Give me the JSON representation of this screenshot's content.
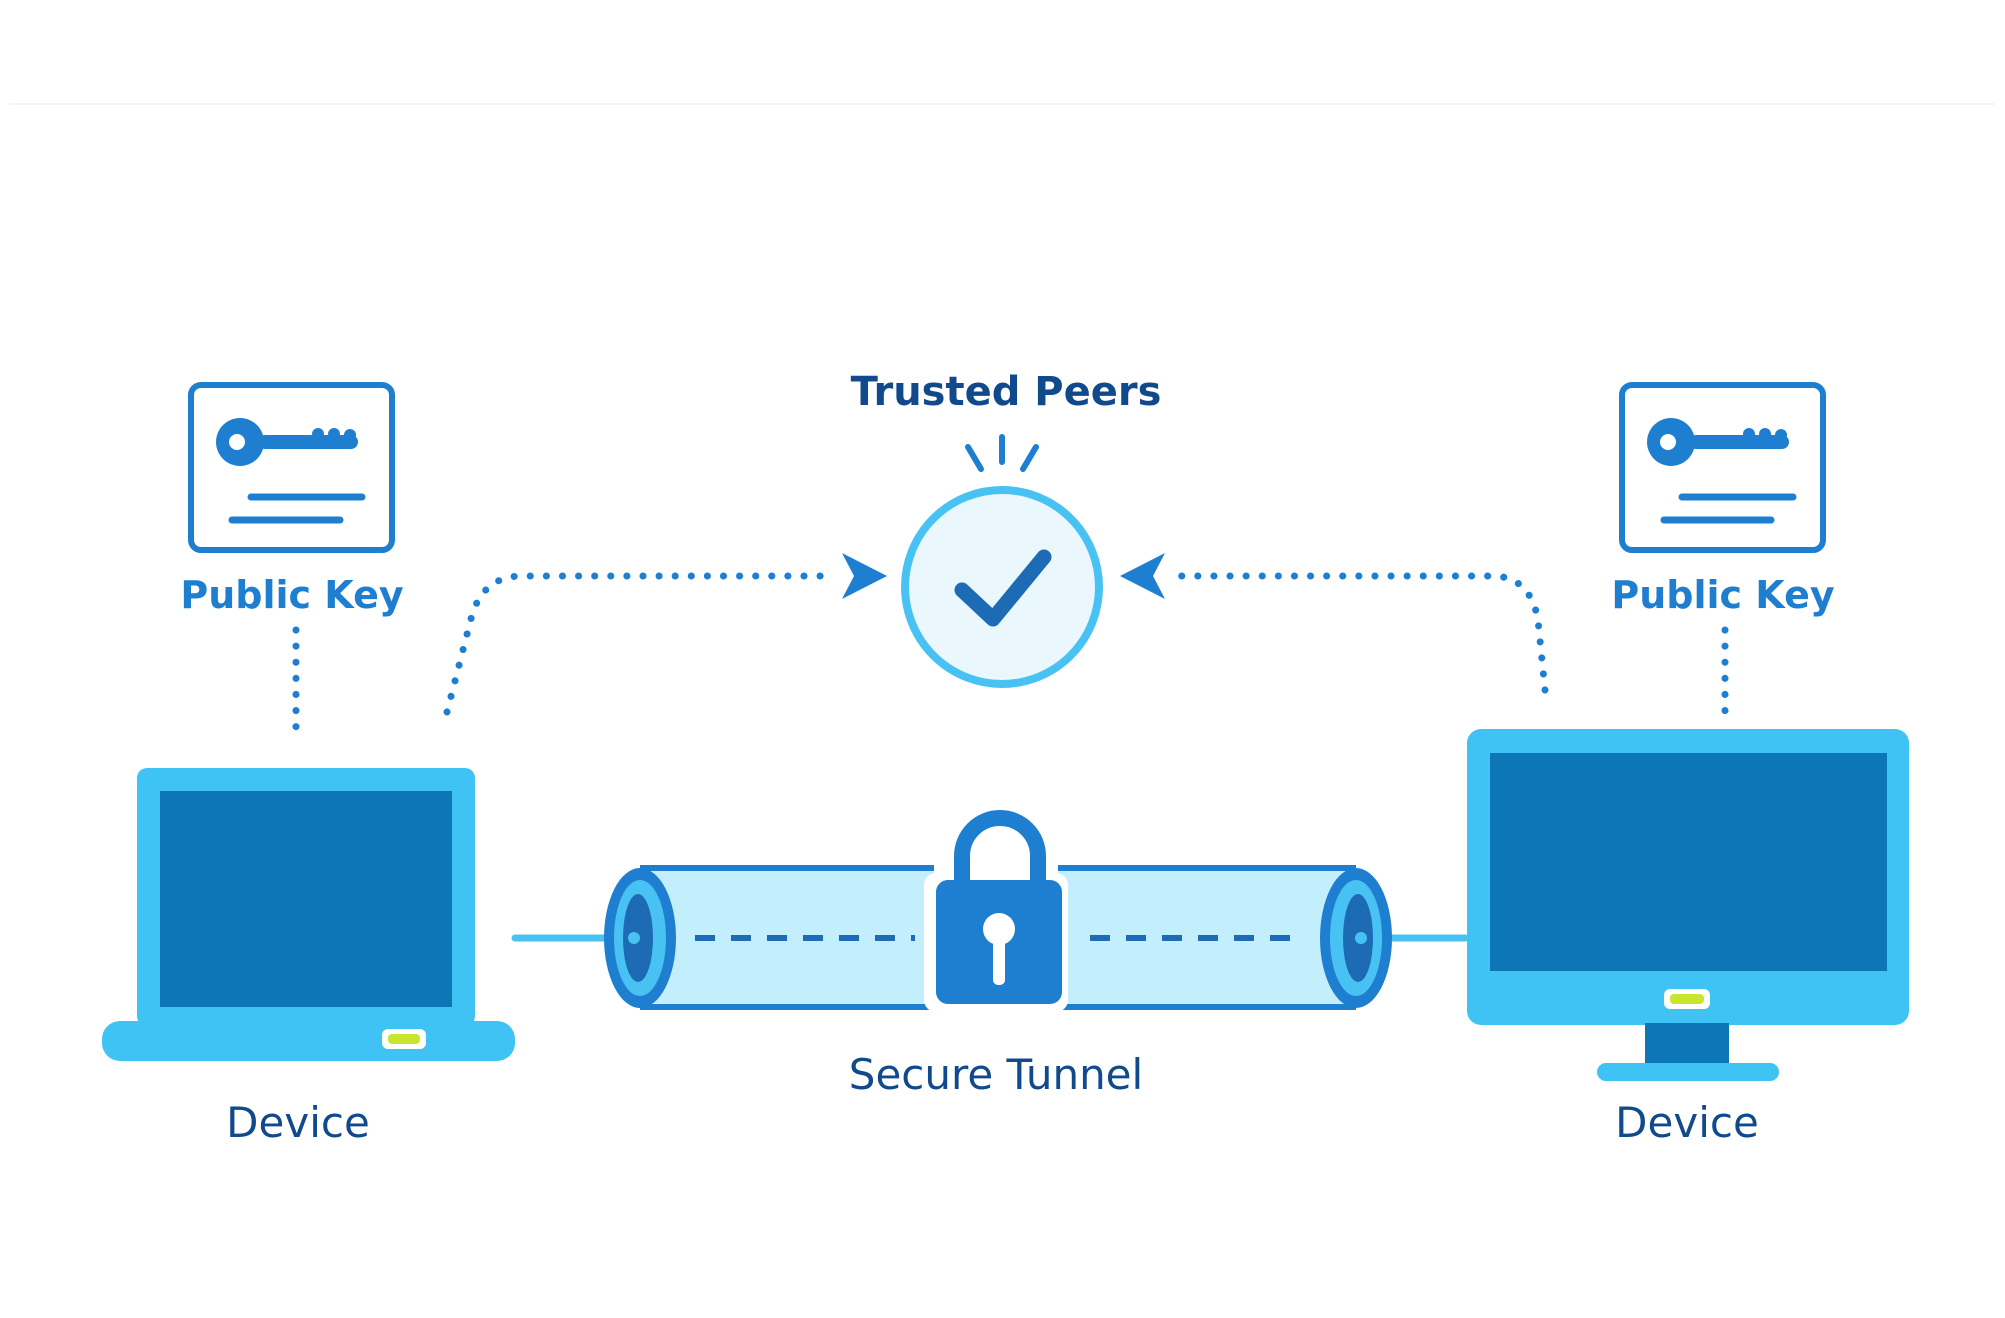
{
  "labels": {
    "trusted_peers": "Trusted Peers",
    "public_key_left": "Public Key",
    "public_key_right": "Public Key",
    "secure_tunnel": "Secure Tunnel",
    "device_left": "Device",
    "device_right": "Device"
  },
  "colors": {
    "device_body": "#3fc3f5",
    "device_screen": "#0d76b6",
    "line_primary": "#1e7fd0",
    "accent_light": "#48c2f2",
    "tunnel_fill": "#c3eefc",
    "label_dark": "#114a8c",
    "indicator_led": "#c8e62e"
  },
  "icons": {
    "left_key_card": "key-card-icon",
    "right_key_card": "key-card-icon",
    "trusted_badge": "check-circle-icon",
    "tunnel_lock": "padlock-icon",
    "left_device": "laptop-icon",
    "right_device": "monitor-icon"
  }
}
